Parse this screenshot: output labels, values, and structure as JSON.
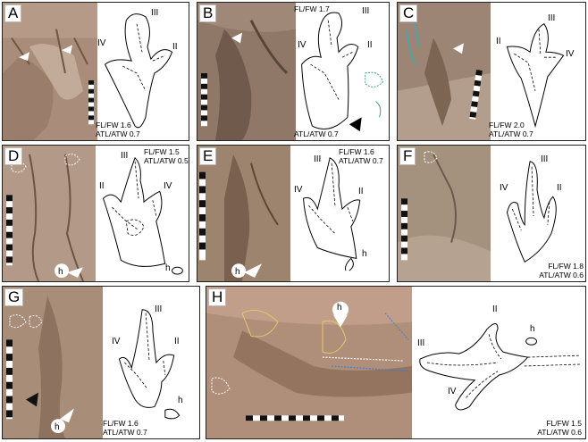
{
  "panels": [
    {
      "letter": "A",
      "fl_fw": "FL/FW 1.6",
      "atl_atw": "ATL/ATW 0.7",
      "digits": {
        "II": "II",
        "III": "III",
        "IV": "IV"
      }
    },
    {
      "letter": "B",
      "fl_fw": "FL/FW 1.7",
      "atl_atw": "ATL/ATW 0.7",
      "digits": {
        "II": "II",
        "III": "III",
        "IV": "IV"
      }
    },
    {
      "letter": "C",
      "fl_fw": "FL/FW 2.0",
      "atl_atw": "ATL/ATW 0.7",
      "digits": {
        "II": "II",
        "III": "III",
        "IV": "IV"
      }
    },
    {
      "letter": "D",
      "fl_fw": "FL/FW 1.5",
      "atl_atw": "ATL/ATW 0.5",
      "digits": {
        "II": "II",
        "III": "III",
        "IV": "IV"
      },
      "h": "h"
    },
    {
      "letter": "E",
      "fl_fw": "FL/FW 1.6",
      "atl_atw": "ATL/ATW 0.7",
      "digits": {
        "II": "II",
        "III": "III",
        "IV": "IV"
      },
      "h": "h"
    },
    {
      "letter": "F",
      "fl_fw": "FL/FW 1.8",
      "atl_atw": "ATL/ATW 0.6",
      "digits": {
        "II": "II",
        "III": "III",
        "IV": "IV"
      }
    },
    {
      "letter": "G",
      "fl_fw": "FL/FW 1.6",
      "atl_atw": "ATL/ATW 0.7",
      "digits": {
        "II": "II",
        "III": "III",
        "IV": "IV"
      },
      "h": "h"
    },
    {
      "letter": "H",
      "fl_fw": "FL/FW 1.5",
      "atl_atw": "ATL/ATW 0.6",
      "digits": {
        "II": "II",
        "III": "III",
        "IV": "IV"
      },
      "h": "h"
    }
  ],
  "colors": {
    "rock": "#a98d7a",
    "rock_dark": "#7a5f4e",
    "rock_light": "#c8b3a3",
    "outline": "#000000"
  }
}
